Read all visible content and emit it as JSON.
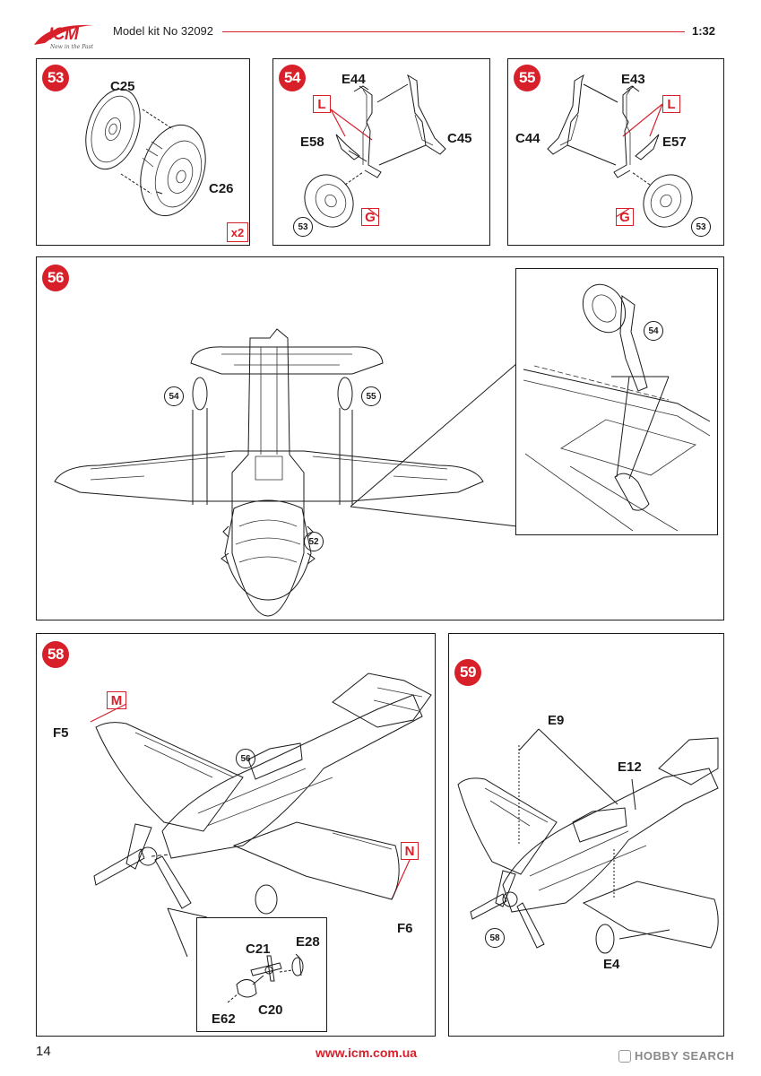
{
  "header": {
    "brand": "ICM",
    "tagline": "New in the Past",
    "title": "Model kit No 32092",
    "scale": "1:32"
  },
  "steps": {
    "s53": {
      "num": "53",
      "labels": {
        "c25": "C25",
        "c26": "C26"
      },
      "multiplier": "x2"
    },
    "s54": {
      "num": "54",
      "labels": {
        "e44": "E44",
        "e58": "E58",
        "c45": "C45",
        "l": "L",
        "g": "G"
      },
      "ref": "53"
    },
    "s55": {
      "num": "55",
      "labels": {
        "e43": "E43",
        "c44": "C44",
        "e57": "E57",
        "l": "L",
        "g": "G"
      },
      "ref": "53"
    },
    "s56": {
      "num": "56",
      "refs": {
        "r54a": "54",
        "r55": "55",
        "r52": "52",
        "r54b": "54"
      }
    },
    "s58": {
      "num": "58",
      "labels": {
        "f5": "F5",
        "f6": "F6",
        "c21": "C21",
        "e28": "E28",
        "c20": "C20",
        "e62": "E62",
        "m": "M",
        "n": "N"
      },
      "ref": "56"
    },
    "s59": {
      "num": "59",
      "labels": {
        "e9": "E9",
        "e12": "E12",
        "e4": "E4"
      },
      "ref": "58"
    }
  },
  "footer": {
    "page": "14",
    "url": "www.icm.com.ua",
    "watermark": "HOBBY SEARCH"
  },
  "colors": {
    "accent": "#d8202b",
    "ink": "#1a1a1a"
  }
}
